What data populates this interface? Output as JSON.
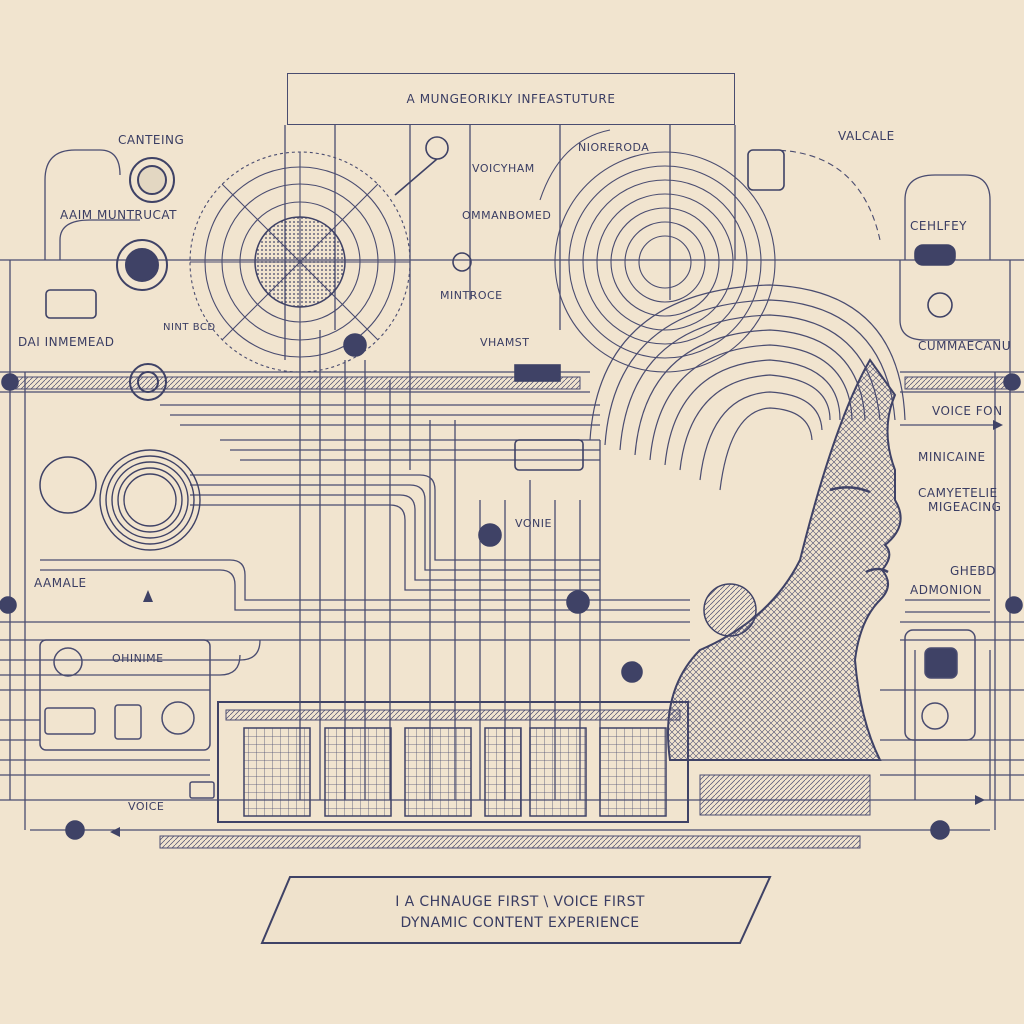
{
  "diagram": {
    "title": "A MUNGEORIKLY INFEASTUTURE",
    "labels": {
      "top_left": "CANTEING",
      "left_mid": "AAIM MUNTRUCAT",
      "left_low": "DAI INMEMEAD",
      "mini_left": "NINT BCD",
      "voicyham": "VOICYHAM",
      "niorebola": "NIORERODA",
      "ommanbomed": "OMMANBOMED",
      "mintroce": "MINTROCE",
      "vhamst": "VHAMST",
      "valcale": "VALCALE",
      "cehlfey": "CEHLFEY",
      "cummaecanu": "CUMMAECANU",
      "voice_fon": "VOICE FON",
      "minicaine": "MINICAINE",
      "camvetelie": "CAMYETELIE",
      "migeacing": "MIGEACING",
      "ghebd": "GHEBD",
      "admonion": "ADMONION",
      "vonie": "VONIE",
      "aamale": "AAMALE",
      "ohinime": "OHINIME",
      "voice_small": "VOICE"
    },
    "caption": {
      "line1": "I A CHNAUGE FIRST \\ VOICE FIRST",
      "line2": "DYNAMIC CONTENT EXPERIENCE"
    }
  }
}
